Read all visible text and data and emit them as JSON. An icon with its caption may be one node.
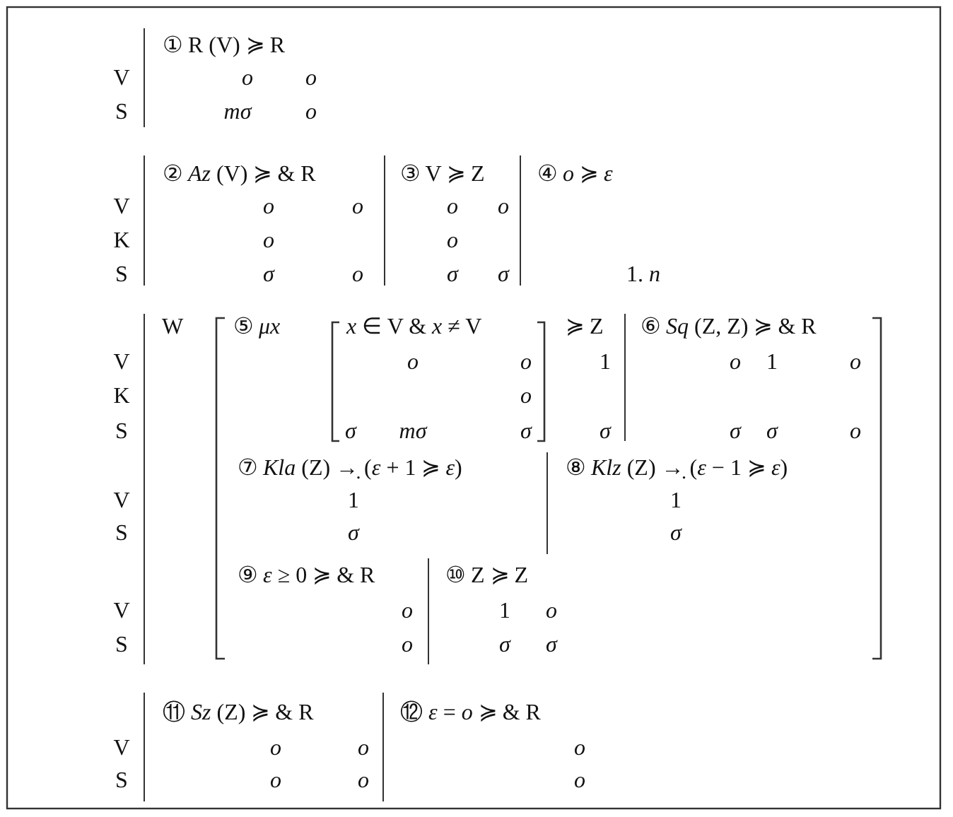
{
  "diagram": {
    "labels": [
      "① R (V) ≽ R",
      "V",
      "o",
      "o",
      "S",
      "mσ",
      "o",
      "② *Az* (V) ≽ & R",
      "③ V ≽ Z",
      "④ *o* ≽  *ε*",
      "V",
      "o",
      "o",
      "o",
      "o",
      "K",
      "o",
      "o",
      "S",
      "σ",
      "o",
      "σ",
      "σ",
      "1. *n*",
      "W",
      "⑤ *μx*",
      "*x* ∈ V & *x* ≠ V",
      "≽ Z",
      "⑥ *Sq* (Z, Z) ≽ & R",
      "V",
      "o",
      "o",
      "1",
      "o",
      "1",
      "o",
      "K",
      "o",
      "S",
      "σ",
      "mσ",
      "σ",
      "σ",
      "σ",
      "σ",
      "o",
      "⑦ *Kla* (Z) →̣ (*ε* + 1 ≽ *ε*)",
      "⑧ *Klz* (Z) →̣ (*ε* − 1 ≽ *ε*)",
      "V",
      "1",
      "1",
      "S",
      "σ",
      "σ",
      "⑨ *ε* ≥ 0 ≽ & R",
      "⑩ Z ≽ Z",
      "V",
      "o",
      "1",
      "o",
      "S",
      "o",
      "σ",
      "σ",
      "⑪ *Sz* (Z) ≽ & R",
      "⑫ *ε* = *o* ≽ & R",
      "V",
      "o",
      "o",
      "o",
      "S",
      "o",
      "o",
      "o"
    ]
  }
}
